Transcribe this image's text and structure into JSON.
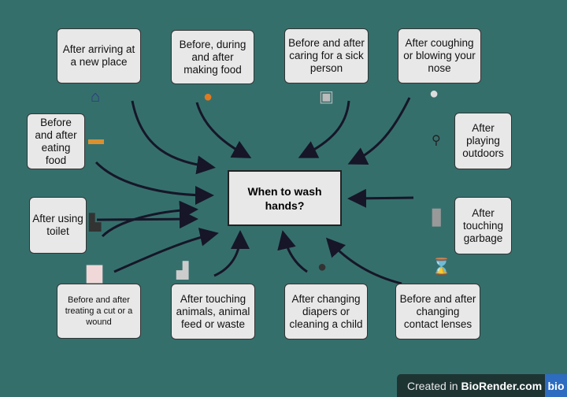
{
  "center": "When to wash hands?",
  "boxes": [
    "After arriving at a new place",
    "Before, during and after making food",
    "Before and after caring for a sick person",
    "After coughing or blowing your nose",
    "Before and after eating food",
    "After playing outdoors",
    "After using toilet",
    "After touching garbage",
    "Before and after treating a cut or a wound",
    "After touching animals, animal feed or waste",
    "After changing diapers or cleaning a child",
    "Before and after changing contact lenses"
  ],
  "badge": {
    "prefix": "Created in ",
    "brand": "BioRender.com",
    "logo": "bio"
  },
  "colors": {
    "background": "#356f6c",
    "arrow": "#161628",
    "box": "#e8e8e8"
  }
}
